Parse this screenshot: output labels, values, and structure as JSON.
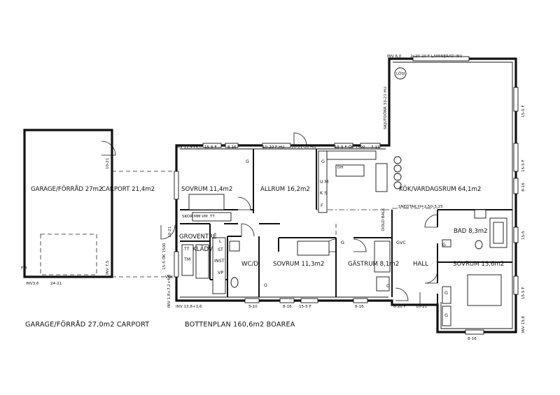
{
  "rooms": {
    "garage": "GARAGE/FÖRRÅD 27m2",
    "carport": "CARPORT 21,4m2",
    "sovrum1": "SOVRUM 11,4m2",
    "allrum": "ALLRUM 16,2m2",
    "kok": "KÖK/VARDAGSRUM 64,1m2",
    "groventre": "GROVENTRÉ",
    "kladv": "KLÄDV.",
    "wc": "WC/D",
    "sovrum2": "SOVRUM 11,3m2",
    "gastrum": "GÄSTRUM 8,1m2",
    "hall": "HALL",
    "bad": "BAD 8,3m2",
    "sovrum3": "SOVRUM 13,6m2"
  },
  "annotations": {
    "inv_top": "INV 6,0",
    "laminerad": "2x20-20 F LAMINERAD INV",
    "skjutdorr": "SKJUTDÖRR 33-21 HU",
    "losi": "LÖSI",
    "snedtak": "SNEDTAK H=2,50-3,25",
    "dold_balk": "DOLD BALK",
    "inv_mid": "INV 11,4+6,0",
    "w_15_5f_a": "15-5 F",
    "w_8_16_a": "8-16",
    "w_10_20_hu": "10-20 F HU",
    "w_10_21_20_hu": "10-21-20 HU",
    "w_15_5f_ok": "15-5 F ÖK 1500",
    "w_7_11": "7-11",
    "r_15_5f_1": "15-5 F",
    "r_15_5f_2": "15-5 F",
    "r_8_16": "8-16",
    "r_15_5": "15-5",
    "r_15_5f_3": "15-5 F",
    "r_inv": "INV 13,8",
    "inv_bot": "INV 13,8+3,6",
    "b_5_10": "5-10",
    "b_8_16_1": "8-16",
    "b_15_5f": "15-5 F",
    "b_8_16_2": "8-16",
    "b_6_20f": "6-20 F",
    "b_10_21": "10-21",
    "b_8_16_3": "8-16",
    "g_10_21": "10-21",
    "g_inv_75": "INV 7,5",
    "g_inv36": "INV3,6",
    "g_24_21": "24-21",
    "g_fm": "FM",
    "l_10_21": "10-21",
    "l_15_5ok": "15-5 ÖK 1500",
    "l_vuk": "VUK",
    "l_inv": "INV 1,8+7,2+4,8",
    "skor_mm": "SKOR MM",
    "vm": "VM",
    "tt": "TT",
    "dh": "DH"
  },
  "fixtures": {
    "g1": "G",
    "g2": "G",
    "g3": "G",
    "g4": "G",
    "g5": "G",
    "g6": "G",
    "g7": "G",
    "g8": "G",
    "um": "U M",
    "ks": "K S",
    "f1": "F",
    "l": "L",
    "st": "ST",
    "inst": "INST",
    "vp": "VP",
    "tt": "TT",
    "tm": "TM",
    "gvc": "GVC"
  },
  "footer": {
    "left": "GARAGE/FÖRRÅD 27,0m2  CARPORT",
    "right": "BOTTENPLAN 160,6m2 BOAREA"
  }
}
